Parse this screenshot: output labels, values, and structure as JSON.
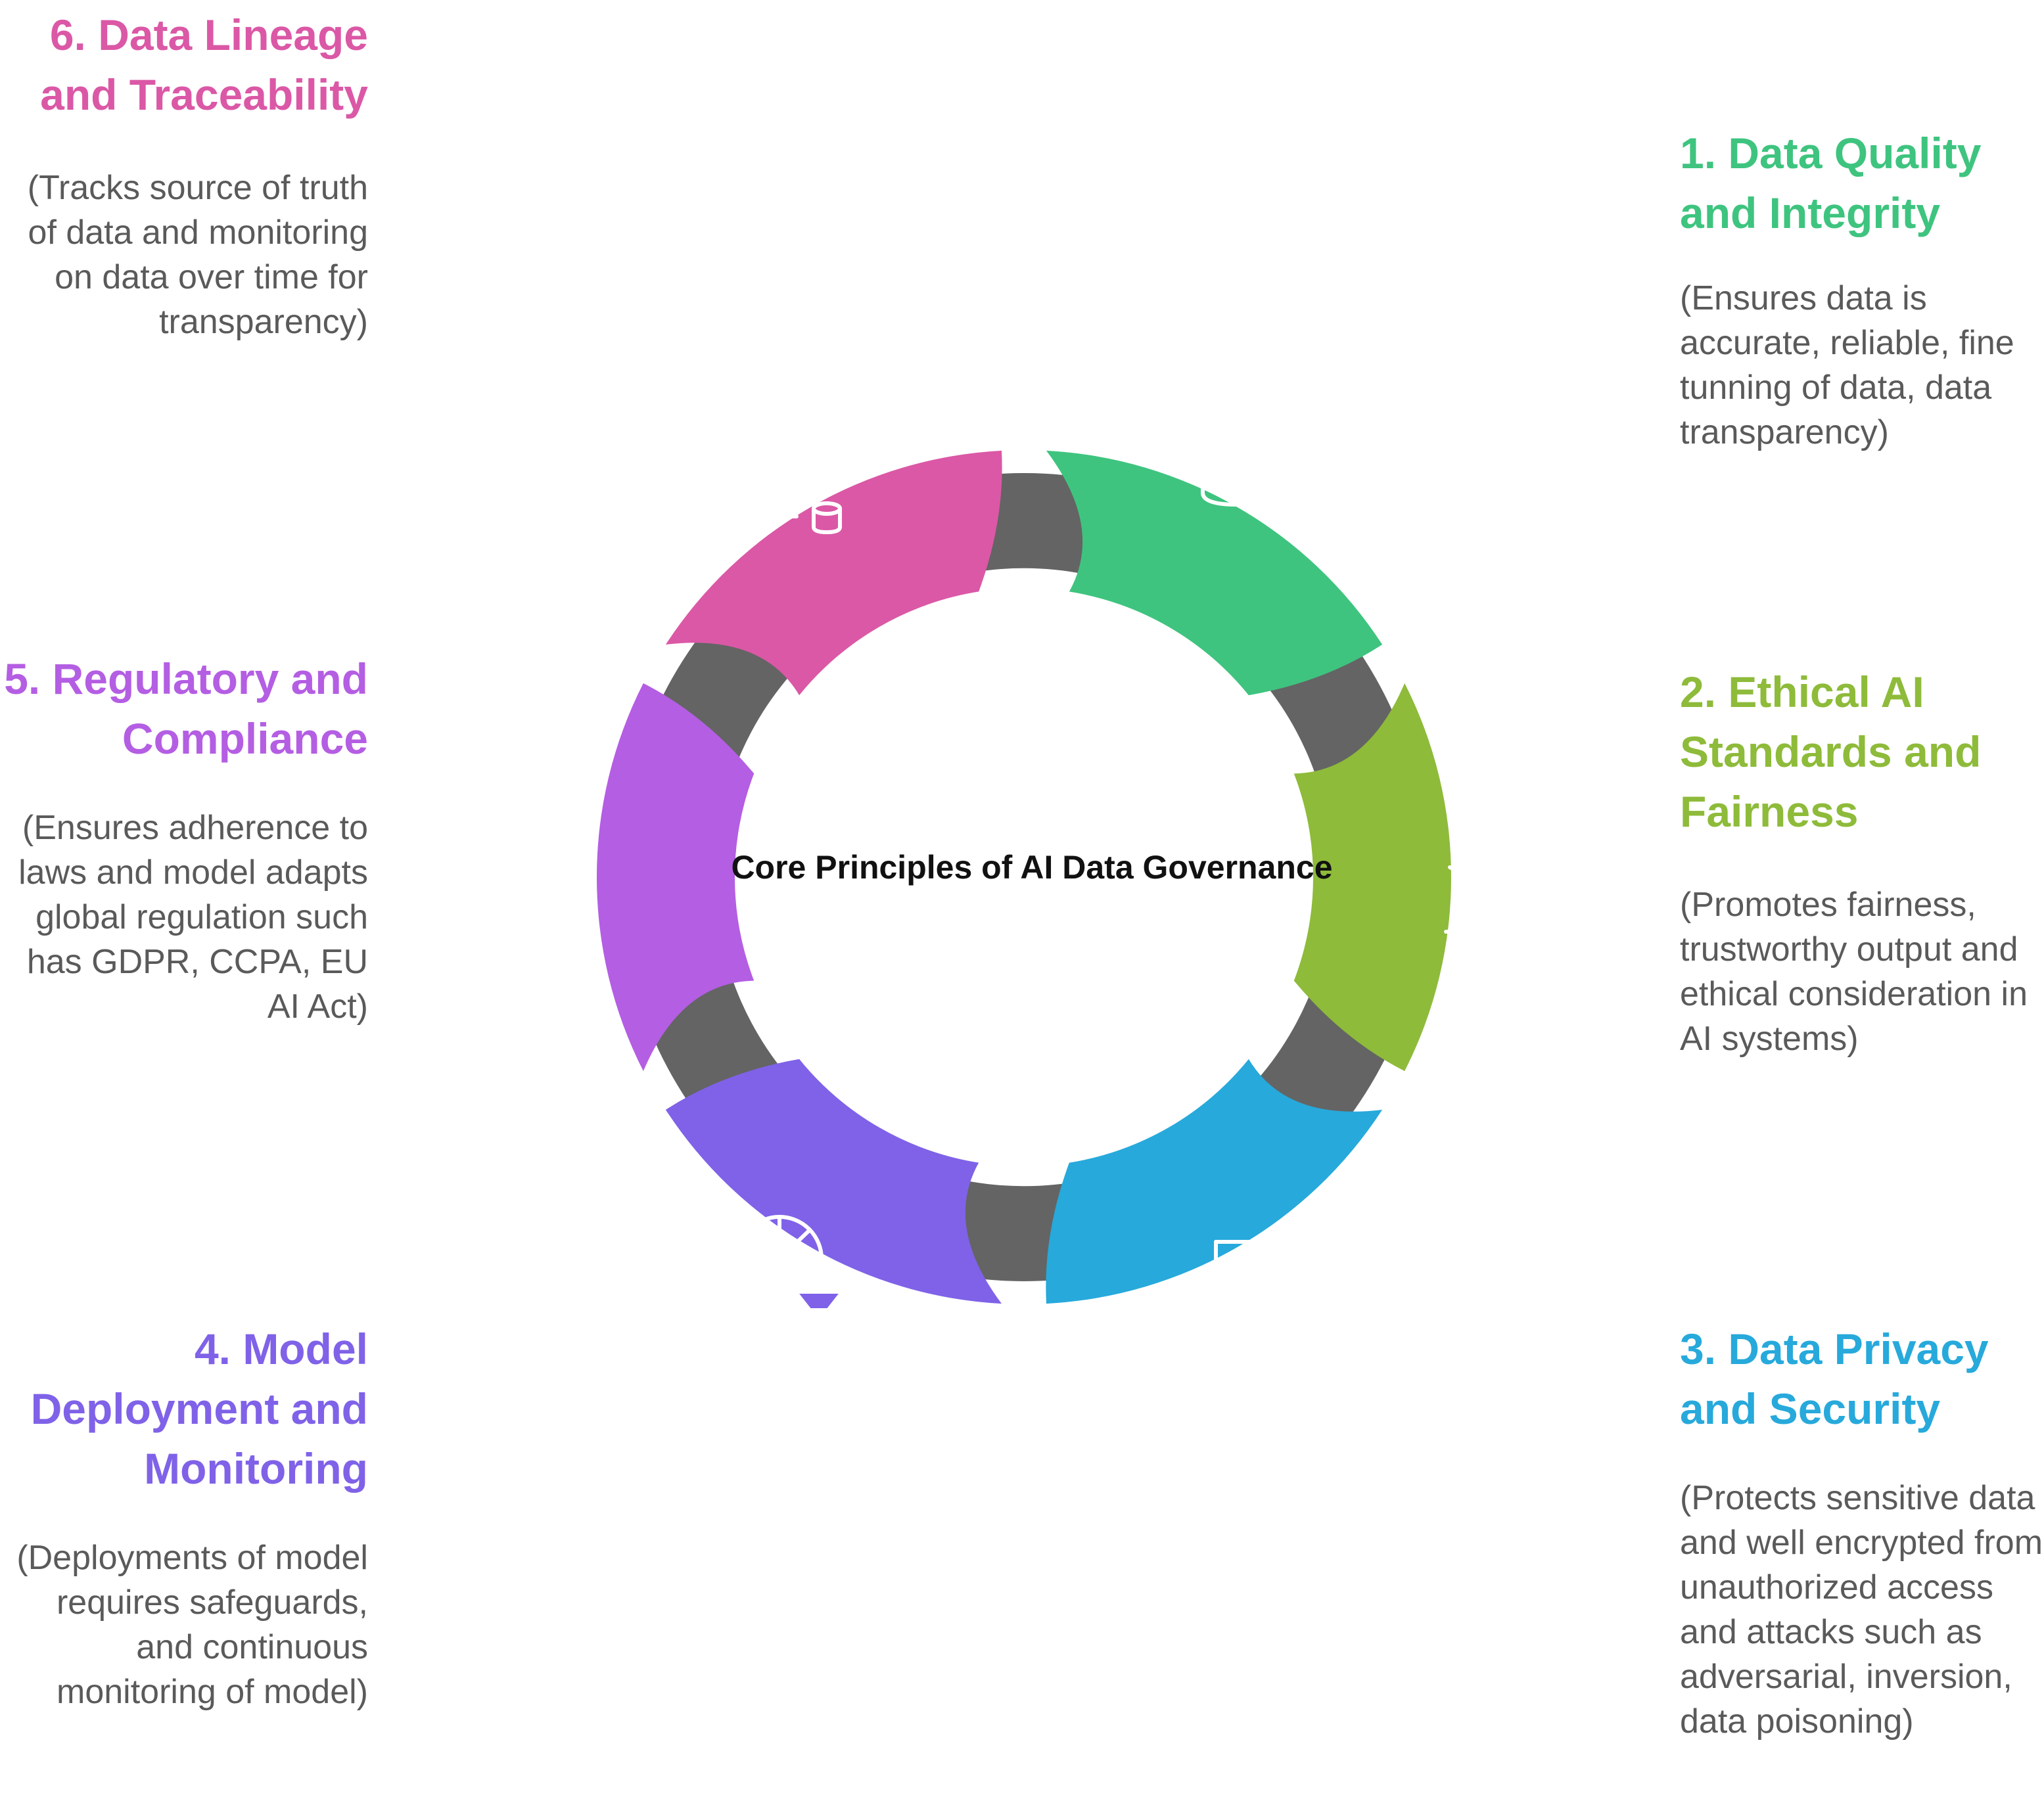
{
  "diagram": {
    "center_title": "Core Principles of AI Data Governance",
    "ring_color": "#646464",
    "items": [
      {
        "number_title": "1. Data Quality and Integrity",
        "description": "(Ensures data is accurate, reliable, fine tunning of data, data transparency)",
        "color": "#3ec47f",
        "icon": "database-search-icon"
      },
      {
        "number_title": "2. Ethical AI Standards and Fairness",
        "description": "(Promotes fairness, trustworthy output and ethical consideration in AI systems)",
        "color": "#8ebb3a",
        "icon": "gavel-icon"
      },
      {
        "number_title": "3. Data Privacy and Security",
        "description": "(Protects sensitive data and well encrypted from unauthorized access and attacks such as adversarial, inversion, data poisoning)",
        "color": "#27a9db",
        "icon": "secure-document-icon"
      },
      {
        "number_title": "4. Model Deployment and Monitoring",
        "description": "(Deployments of model requires safeguards, and continuous monitoring of model)",
        "color": "#7f62e8",
        "icon": "radar-funnel-icon"
      },
      {
        "number_title": "5. Regulatory and Compliance",
        "description": "(Ensures adherence to laws and model adapts global regulation such has GDPR, CCPA, EU AI Act)",
        "color": "#b45ee3",
        "icon": "legal-document-scale-icon"
      },
      {
        "number_title": "6. Data Lineage and Traceability",
        "description": "(Tracks source of truth of data and monitoring on data over time for transparency)",
        "color": "#db58a6",
        "icon": "database-lineage-icon"
      }
    ]
  }
}
